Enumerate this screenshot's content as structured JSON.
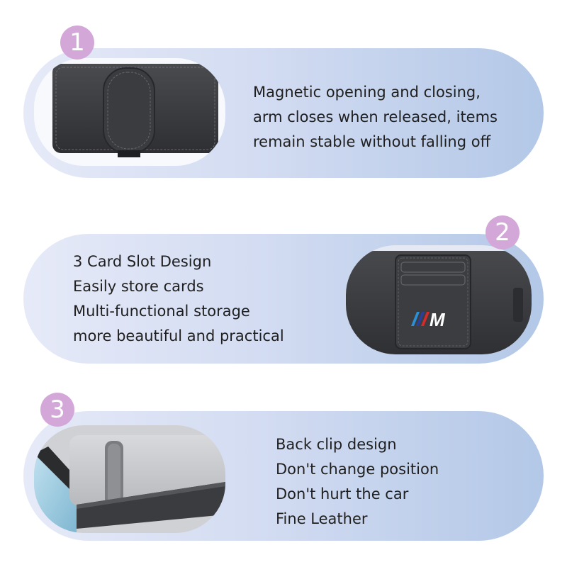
{
  "features": [
    {
      "number": "1",
      "lines": [
        "Magnetic opening and closing,",
        "arm closes when released, items",
        "remain stable without falling off"
      ],
      "image": "magnetic-clip-holder-photo"
    },
    {
      "number": "2",
      "lines": [
        "3 Card Slot Design",
        "Easily store cards",
        "Multi-functional storage",
        "more beautiful and practical"
      ],
      "image": "card-slot-holder-photo",
      "logo_text": "M"
    },
    {
      "number": "3",
      "lines": [
        "Back clip design",
        "Don't change position",
        "Don't hurt the car",
        "Fine Leather"
      ],
      "image": "visor-clip-installed-photo"
    }
  ],
  "colors": {
    "badge": "#d4a7d9",
    "panel_start": "#e6eaf8",
    "panel_end": "#b3c8e7",
    "leather": "#3a3b3e",
    "text": "#1f1f1f"
  }
}
